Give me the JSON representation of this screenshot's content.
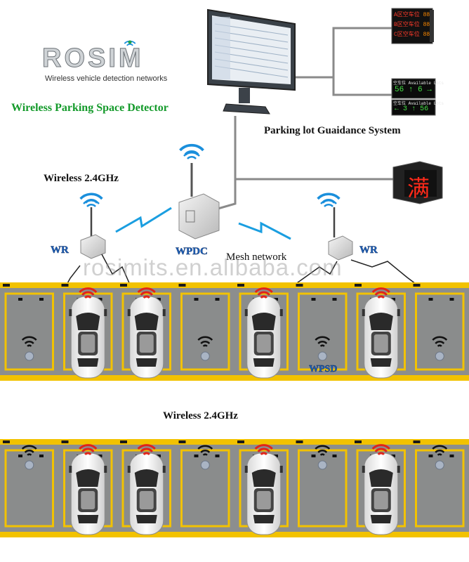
{
  "logo": {
    "brand": "ROSIM",
    "tagline": "Wireless vehicle detection networks"
  },
  "title": "Wireless Parking Space Detector",
  "guidance_label": "Parking lot Guaidance System",
  "wireless_top": "Wireless  2.4GHz",
  "wireless_mid": "Wireless  2.4GHz",
  "wr_left": "WR",
  "wr_right": "WR",
  "wpdc": "WPDC",
  "mesh": "Mesh network",
  "wpsd": "WPSD",
  "watermark": "rosimits.en.alibaba.com",
  "signs": {
    "board_rows": [
      "A区空车位",
      "B区空车位",
      "C区空车位"
    ],
    "board_values": [
      "88",
      "88",
      "88"
    ],
    "small_top": "空车位 Available Lots",
    "small_row": [
      "56",
      "6"
    ],
    "small2_top": "空车位 Available Lots",
    "small2_row": [
      "3",
      "56"
    ],
    "full_char": "满"
  },
  "colors": {
    "lot_yellow": "#f2c200",
    "asphalt": "#8a8c8c",
    "signal_red": "#e0241b",
    "label_blue": "#1c5fb8",
    "title_green": "#139a2a"
  }
}
